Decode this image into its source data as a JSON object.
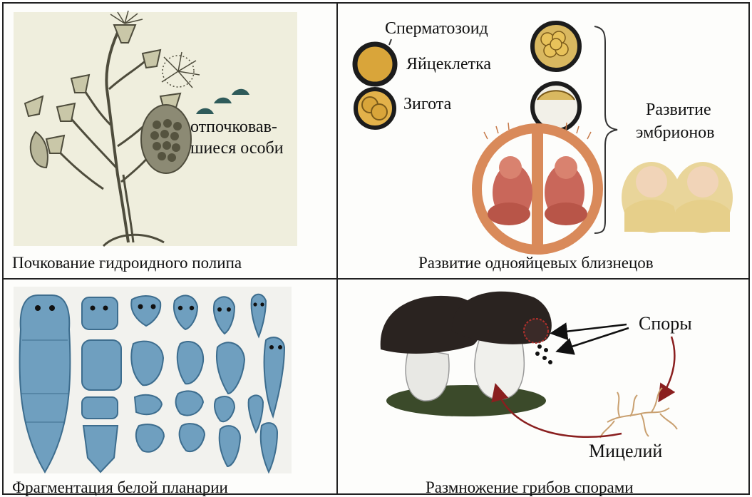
{
  "panels": {
    "hydroid": {
      "caption": "Почкование гидроидного полипа",
      "label_line1": "отпочковав-",
      "label_line2": "шиеся особи"
    },
    "twins": {
      "caption": "Развитие однояйцевых близнецов",
      "sperm_label": "Сперматозоид",
      "egg_label": "Яйцеклетка",
      "zygote_label": "Зигота",
      "dev_label_line1": "Развитие",
      "dev_label_line2": "эмбрионов"
    },
    "planaria": {
      "caption": "Фрагментация белой планарии"
    },
    "fungi": {
      "caption": "Размножение грибов спорами",
      "spores_label": "Споры",
      "mycelium_label": "Мицелий"
    }
  },
  "colors": {
    "border": "#222222",
    "planaria_blue": "#6f9fbf",
    "yolk": "#d9a53a",
    "embryo_ring": "#d98a5a",
    "mushroom_cap": "#2a2320",
    "moss": "#3b4a2a",
    "arrow_red": "#8a1f1f"
  }
}
